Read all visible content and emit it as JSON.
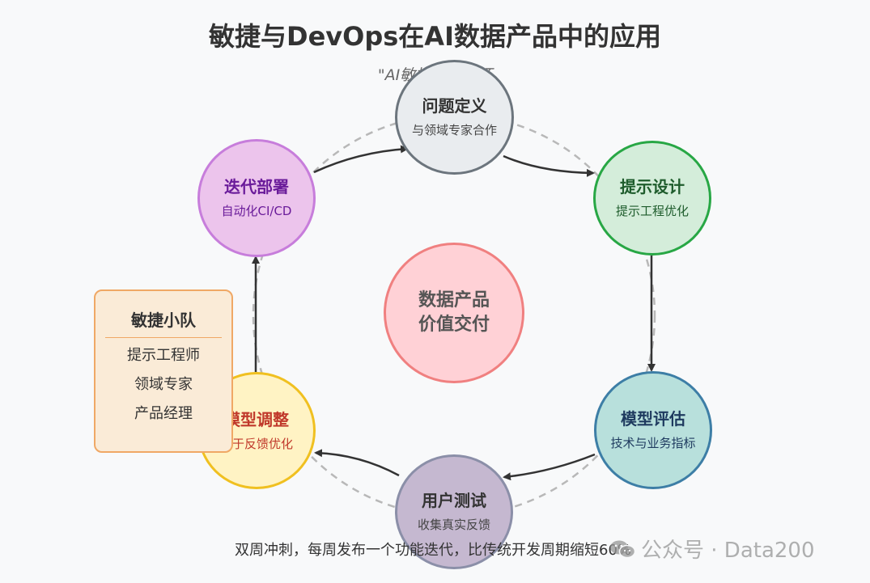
{
  "title": "敏捷与DevOps在AI数据产品中的应用",
  "subtitle": "\"AI敏捷开发循环",
  "nodes": [
    {
      "id": "define",
      "title": "问题定义",
      "subtitle": "与领域专家合作",
      "fill": "#e9ecef",
      "border": "#6c757d",
      "title_color": "#333333"
    },
    {
      "id": "prompt",
      "title": "提示设计",
      "subtitle": "提示工程优化",
      "fill": "#d4edda",
      "border": "#28a745",
      "title_color": "#1e5c2c"
    },
    {
      "id": "evaluate",
      "title": "模型评估",
      "subtitle": "技术与业务指标",
      "fill": "#b8e0dc",
      "border": "#3d7ea6",
      "title_color": "#1e3a5f"
    },
    {
      "id": "test",
      "title": "用户测试",
      "subtitle": "收集真实反馈",
      "fill": "#c5b8d0",
      "border": "#8b8fa8",
      "title_color": "#333333"
    },
    {
      "id": "tune",
      "title": "模型调整",
      "subtitle": "基于反馈优化",
      "fill": "#fff3c4",
      "border": "#f0c020",
      "title_color": "#c0392b"
    },
    {
      "id": "deploy",
      "title": "迭代部署",
      "subtitle": "自动化CI/CD",
      "fill": "#ecc4ec",
      "border": "#c77ddb",
      "title_color": "#6a1b9a"
    }
  ],
  "center": {
    "line1": "数据产品",
    "line2": "价值交付",
    "fill": "#ffd1d6",
    "border": "#f08080"
  },
  "team": {
    "title": "敏捷小队",
    "members": [
      "提示工程师",
      "领域专家",
      "产品经理"
    ]
  },
  "footer": "双周冲刺，每周发布一个功能迭代，比传统开发周期缩短60%",
  "watermark": "公众号 · Data200"
}
